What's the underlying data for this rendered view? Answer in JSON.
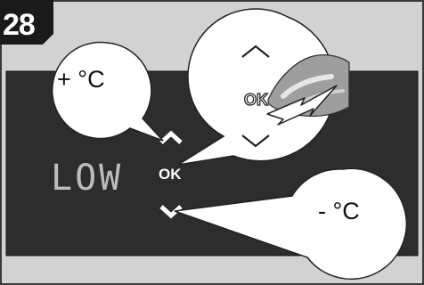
{
  "step_number": "28",
  "display_text": "LOW",
  "ok_label": "OK",
  "ok_zoom_label": "OK",
  "callouts": {
    "increase": "+ °C",
    "decrease": "- °C"
  },
  "icons": {
    "up": "chevron-up-icon",
    "down": "chevron-down-icon",
    "press": "pressing-finger-icon"
  },
  "colors": {
    "panel": "#2d2d2d",
    "background": "#d2d2d2",
    "badge": "#1a1a1a",
    "finger": "#9e9e9e"
  }
}
